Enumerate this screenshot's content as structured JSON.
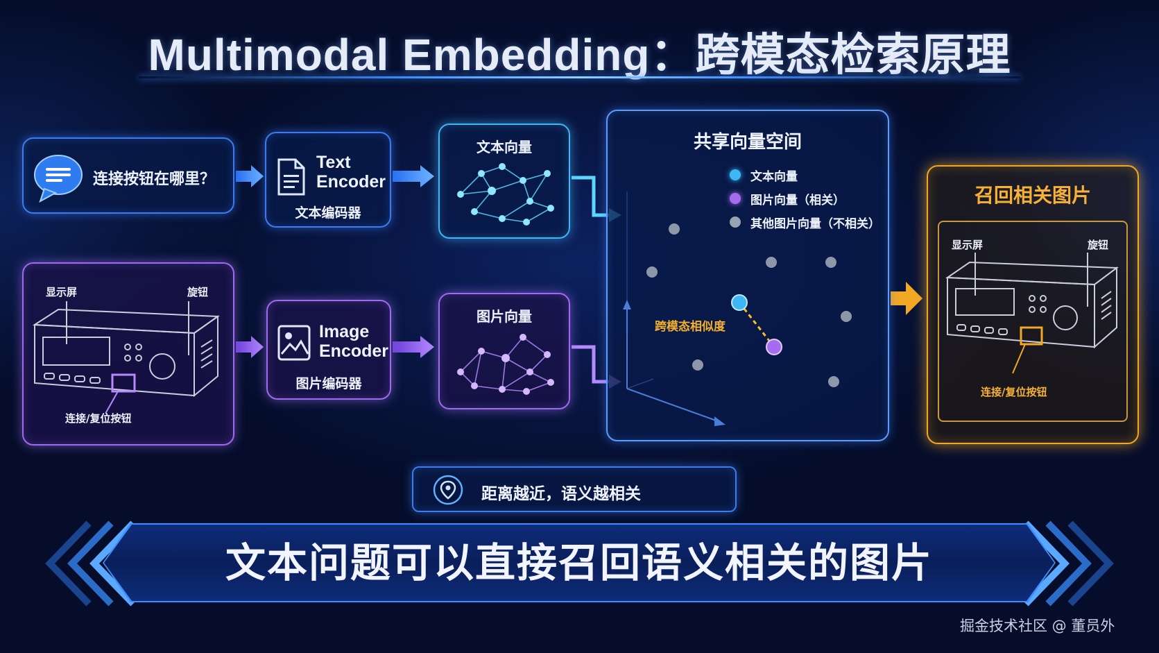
{
  "title": "Multimodal Embedding：跨模态检索原理",
  "query": {
    "text": "连接按钮在哪里？",
    "icon": "chat-bubble-icon"
  },
  "text_encoder": {
    "title_line1": "Text",
    "title_line2": "Encoder",
    "subtitle": "文本编码器",
    "icon": "document-icon"
  },
  "image_encoder": {
    "title_line1": "Image",
    "title_line2": "Encoder",
    "subtitle": "图片编码器",
    "icon": "image-icon"
  },
  "text_vector": {
    "label": "文本向量",
    "color": "#5cd6ff"
  },
  "image_vector": {
    "label": "图片向量",
    "color": "#b58aff"
  },
  "device_image": {
    "screen_label": "显示屏",
    "knob_label": "旋钮",
    "button_label": "连接/复位按钮"
  },
  "shared_space": {
    "title": "共享向量空间",
    "legend": [
      {
        "label": "文本向量",
        "color": "#3fb6f5"
      },
      {
        "label": "图片向量（相关）",
        "color": "#a56cf0"
      },
      {
        "label": "其他图片向量（不相关）",
        "color": "#9aa3b5"
      }
    ],
    "similarity_label": "跨模态相似度"
  },
  "result": {
    "title": "召回相关图片",
    "screen_label": "显示屏",
    "knob_label": "旋钮",
    "button_label": "连接/复位按钮",
    "accent": "#f3a825"
  },
  "note": {
    "text": "距离越近，语义越相关",
    "icon": "location-pin-icon"
  },
  "banner": {
    "text": "文本问题可以直接召回语义相关的图片"
  },
  "watermark": "掘金技术社区 @ 董员外"
}
